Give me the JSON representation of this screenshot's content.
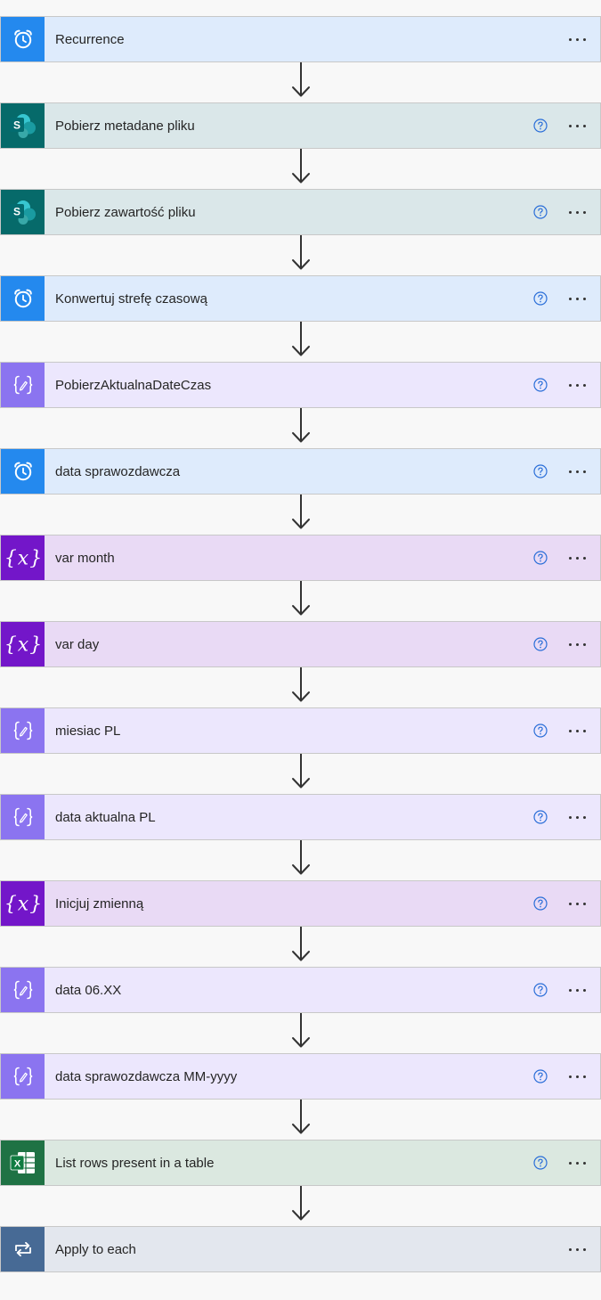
{
  "colors": {
    "page_background": "#f8f8f8",
    "connector_arrow": "#333333",
    "help_icon": "#2a6ed8"
  },
  "kinds": {
    "schedule": {
      "icon": "alarm-clock-icon",
      "icon_bg": "#2489ee",
      "card_bg": "#deebfc"
    },
    "sharepoint": {
      "icon": "sharepoint-icon",
      "icon_bg": "#066a6a",
      "card_bg": "#dae7e9"
    },
    "data-operation": {
      "icon": "data-operation-icon",
      "icon_bg": "#8b74f0",
      "card_bg": "#ece7fd"
    },
    "variable": {
      "icon": "variable-icon",
      "icon_bg": "#7316c9",
      "card_bg": "#e9daf5"
    },
    "excel": {
      "icon": "excel-icon",
      "icon_bg": "#1f7244",
      "card_bg": "#dbe8e0"
    },
    "control": {
      "icon": "loop-icon",
      "icon_bg": "#476a95",
      "card_bg": "#e3e7ee"
    }
  },
  "steps": [
    {
      "title": "Recurrence",
      "kind": "schedule",
      "help": false
    },
    {
      "title": "Pobierz metadane pliku",
      "kind": "sharepoint",
      "help": true
    },
    {
      "title": "Pobierz zawartość pliku",
      "kind": "sharepoint",
      "help": true
    },
    {
      "title": "Konwertuj strefę czasową",
      "kind": "schedule",
      "help": true
    },
    {
      "title": "PobierzAktualnaDateCzas",
      "kind": "data-operation",
      "help": true
    },
    {
      "title": "data sprawozdawcza",
      "kind": "schedule",
      "help": true
    },
    {
      "title": "var month",
      "kind": "variable",
      "help": true
    },
    {
      "title": "var day",
      "kind": "variable",
      "help": true
    },
    {
      "title": "miesiac PL",
      "kind": "data-operation",
      "help": true
    },
    {
      "title": "data aktualna PL",
      "kind": "data-operation",
      "help": true
    },
    {
      "title": "Inicjuj zmienną",
      "kind": "variable",
      "help": true
    },
    {
      "title": "data 06.XX",
      "kind": "data-operation",
      "help": true
    },
    {
      "title": "data sprawozdawcza MM-yyyy",
      "kind": "data-operation",
      "help": true
    },
    {
      "title": "List rows present in a table",
      "kind": "excel",
      "help": true
    },
    {
      "title": "Apply to each",
      "kind": "control",
      "help": false
    }
  ]
}
